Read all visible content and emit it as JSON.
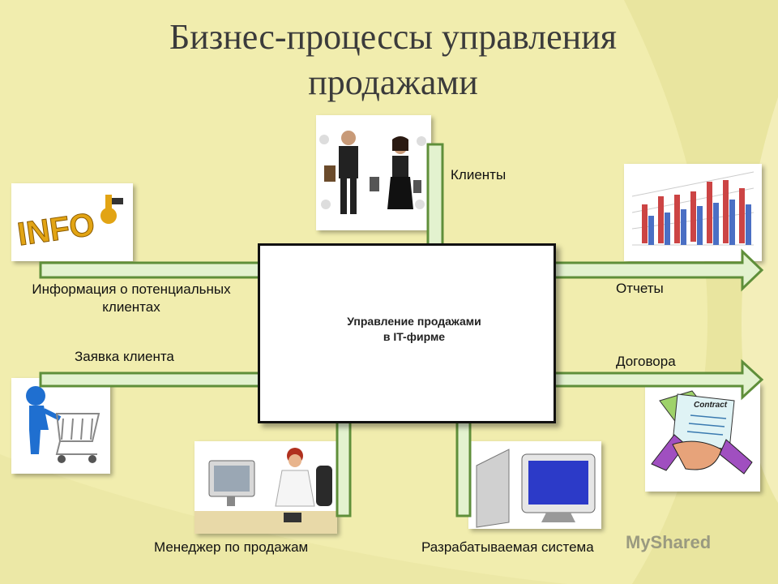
{
  "title": {
    "line1": "Бизнес-процессы управления",
    "line2": "продажами"
  },
  "center": {
    "line1": "Управление продажами",
    "line2": "в IT-фирме"
  },
  "labels": {
    "clients": "Клиенты",
    "info": "Информация о потенциальных клиентах",
    "request": "Заявка клиента",
    "reports": "Отчеты",
    "contracts": "Договора",
    "manager": "Менеджер по продажам",
    "system": "Разрабатываемая система"
  },
  "picture_text": {
    "info_logo": "INFO",
    "contract_stamp": "Contract"
  },
  "watermark": "MyShared",
  "colors": {
    "background": "#f1edae",
    "arrow_fill": "#e3f2cf",
    "arrow_stroke": "#5f8f3a",
    "center_border": "#111111"
  }
}
